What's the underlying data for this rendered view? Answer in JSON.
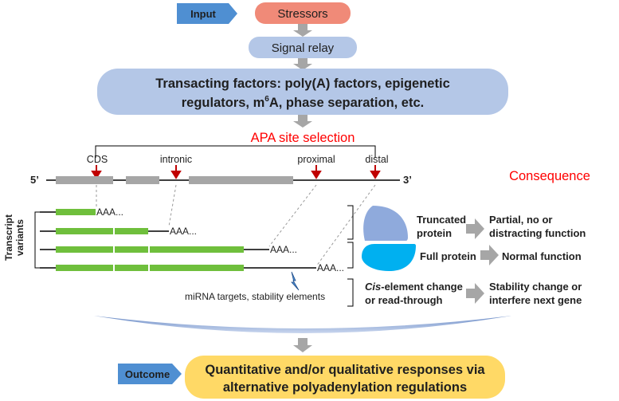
{
  "input_tag": "Input",
  "stressors": "Stressors",
  "signal_relay": "Signal relay",
  "transacting": {
    "line1": "Transacting factors: poly(A) factors, epigenetic",
    "line2_pre": "regulators, m",
    "line2_sup": "6",
    "line2_post": "A, phase separation, etc."
  },
  "apa_title": "APA site selection",
  "sites": {
    "cds": "CDS",
    "intronic": "intronic",
    "proximal": "proximal",
    "distal": "distal"
  },
  "gene_ends": {
    "five": "5’",
    "three": "3’"
  },
  "consequence_title": "Consequence",
  "transcript_label_line1": "Transcript",
  "transcript_label_line2": "variants",
  "polyA": "AAA...",
  "mirna_note": "miRNA targets, stability elements",
  "rows": [
    {
      "middle_line1": "Truncated",
      "middle_line2": "protein",
      "result_line1": "Partial, no or",
      "result_line2": "distracting function"
    },
    {
      "middle_line1": "Full protein",
      "result_line1": "Normal function"
    },
    {
      "middle_cis": "Cis",
      "middle_rest": "-element change",
      "middle_line2": "or read-through",
      "result_line1": "Stability change or",
      "result_line2": "interfere next gene"
    }
  ],
  "outcome_tag": "Outcome",
  "outcome": {
    "line1": "Quantitative and/or qualitative responses via",
    "line2": "alternative polyadenylation regulations"
  },
  "colors": {
    "tag_blue": "#4f8fd2",
    "stressor_red": "#f08a78",
    "box_lightblue": "#b4c7e7",
    "exon_gray": "#a6a6a6",
    "exon_green": "#6fbf3c",
    "arrow_red": "#c00000",
    "text_red": "#ff0000",
    "arrow_gray": "#a6a6a6",
    "truncated_protein": "#8faadc",
    "full_protein": "#00b0f0",
    "outcome_yellow": "#ffd966"
  }
}
